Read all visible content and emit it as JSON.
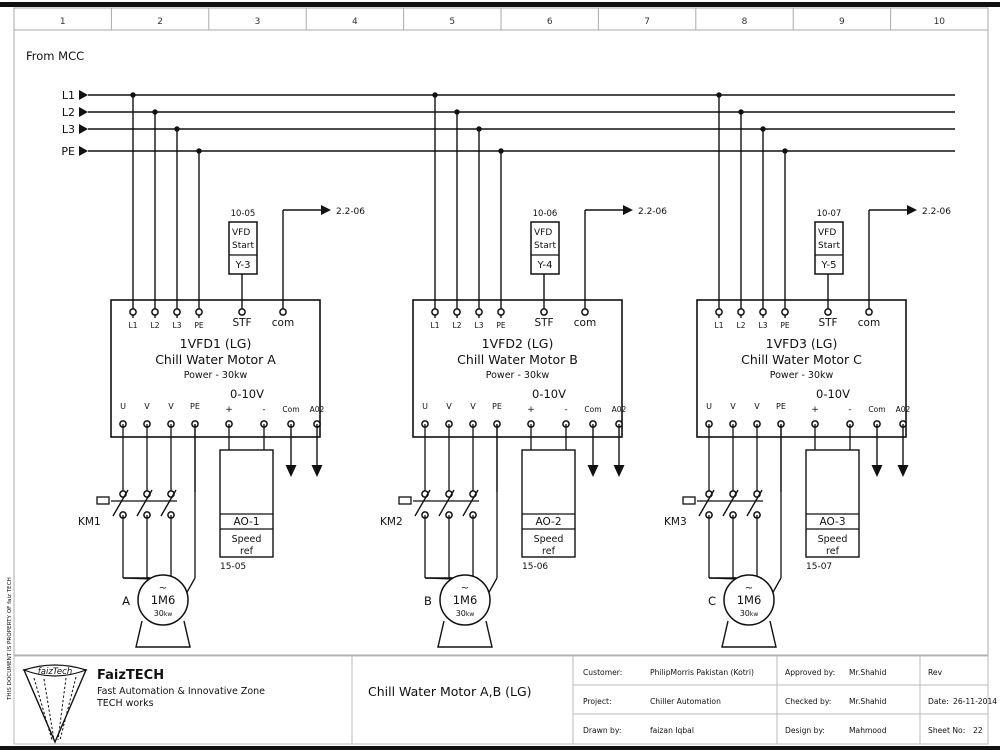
{
  "sheet": {
    "columns": [
      "1",
      "2",
      "3",
      "4",
      "5",
      "6",
      "7",
      "8",
      "9",
      "10"
    ],
    "source_label": "From MCC",
    "side_note": "THIS DOCUMENT IS PROPERTY OF faiz TECH"
  },
  "bus": {
    "lines": [
      {
        "name": "L1"
      },
      {
        "name": "L2"
      },
      {
        "name": "L3"
      },
      {
        "name": "PE"
      }
    ]
  },
  "groups": [
    {
      "start_block": {
        "tag": "10-05",
        "line1": "VFD",
        "line2": "Start",
        "relay": "Y-3",
        "ref": "2.2-06"
      },
      "vfd": {
        "title": "1VFD1  (LG)",
        "subtitle": "Chill Water Motor A",
        "power": "Power - 30kw",
        "input_terminals": [
          "L1",
          "L2",
          "L3",
          "PE"
        ],
        "control_terminals": [
          "STF",
          "com"
        ],
        "output_terminals": [
          "U",
          "V",
          "V",
          "PE"
        ],
        "analog_label": "0-10V",
        "analog_terminals": [
          "+",
          "-",
          "Com",
          "A02"
        ]
      },
      "contactor": {
        "label": "KM1"
      },
      "ao_block": {
        "tag": "AO-1",
        "line1": "Speed",
        "line2": "ref",
        "ref": "15-05"
      },
      "motor": {
        "phase": "A",
        "symbol": "~",
        "tag": "1M6",
        "power": "30",
        "power_unit": "kw"
      }
    },
    {
      "start_block": {
        "tag": "10-06",
        "line1": "VFD",
        "line2": "Start",
        "relay": "Y-4",
        "ref": "2.2-06"
      },
      "vfd": {
        "title": "1VFD2  (LG)",
        "subtitle": "Chill Water Motor B",
        "power": "Power - 30kw",
        "input_terminals": [
          "L1",
          "L2",
          "L3",
          "PE"
        ],
        "control_terminals": [
          "STF",
          "com"
        ],
        "output_terminals": [
          "U",
          "V",
          "V",
          "PE"
        ],
        "analog_label": "0-10V",
        "analog_terminals": [
          "+",
          "-",
          "Com",
          "A02"
        ]
      },
      "contactor": {
        "label": "KM2"
      },
      "ao_block": {
        "tag": "AO-2",
        "line1": "Speed",
        "line2": "ref",
        "ref": "15-06"
      },
      "motor": {
        "phase": "B",
        "symbol": "~",
        "tag": "1M6",
        "power": "30",
        "power_unit": "kw"
      }
    },
    {
      "start_block": {
        "tag": "10-07",
        "line1": "VFD",
        "line2": "Start",
        "relay": "Y-5",
        "ref": "2.2-06"
      },
      "vfd": {
        "title": "1VFD3  (LG)",
        "subtitle": "Chill Water Motor C",
        "power": "Power - 30kw",
        "input_terminals": [
          "L1",
          "L2",
          "L3",
          "PE"
        ],
        "control_terminals": [
          "STF",
          "com"
        ],
        "output_terminals": [
          "U",
          "V",
          "V",
          "PE"
        ],
        "analog_label": "0-10V",
        "analog_terminals": [
          "+",
          "-",
          "Com",
          "A02"
        ]
      },
      "contactor": {
        "label": "KM3"
      },
      "ao_block": {
        "tag": "AO-3",
        "line1": "Speed",
        "line2": "ref",
        "ref": "15-07"
      },
      "motor": {
        "phase": "C",
        "symbol": "~",
        "tag": "1M6",
        "power": "30",
        "power_unit": "kw"
      }
    }
  ],
  "titleblock": {
    "company": "FaizTECH",
    "tagline1": "Fast Automation & Innovative Zone",
    "tagline2": "TECH works",
    "logo_text": "faizTech",
    "drawing_title": "Chill Water Motor A,B (LG)",
    "fields": {
      "customer_label": "Customer:",
      "customer_value": "PhilipMorris Pakistan (Kotri)",
      "project_label": "Project:",
      "project_value": "Chiller Automation",
      "drawn_label": "Drawn by:",
      "drawn_value": "faizan Iqbal",
      "approved_label": "Approved by:",
      "approved_value": "Mr.Shahid",
      "checked_label": "Checked by:",
      "checked_value": "Mr.Shahid",
      "design_label": "Design by:",
      "design_value": "Mahmood",
      "rev_label": "Rev",
      "rev_value": "",
      "date_label": "Date:",
      "date_value": "26-11-2014",
      "sheet_label": "Sheet No:",
      "sheet_value": "22"
    }
  },
  "colors": {
    "ink": "#111111",
    "frame": "#999999",
    "titleblock_text": "#8a8a8a",
    "background": "#ffffff"
  }
}
